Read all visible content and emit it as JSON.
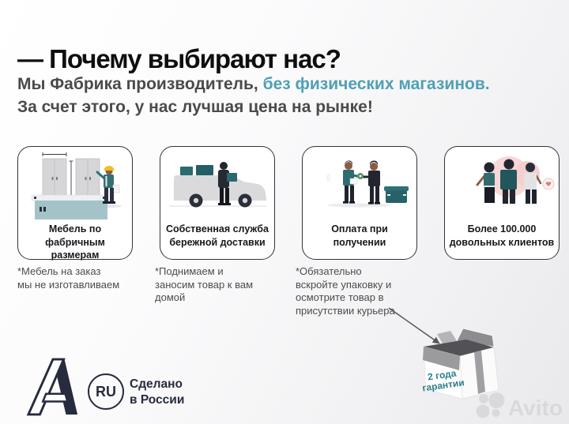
{
  "header": {
    "title": "— Почему выбирают нас?",
    "subtitle": {
      "part1": "Мы Фабрика производитель, ",
      "accent": "без физических магазинов.",
      "line2": "За счет этого, у нас лучшая цена на рынке!"
    }
  },
  "cards": [
    {
      "label_line1": "Мебель по фабричным",
      "label_line2": "размерам",
      "icon": "worker-measuring-furniture-illustration"
    },
    {
      "label_line1": "Собственная служба",
      "label_line2": "бережной доставки",
      "icon": "delivery-van-illustration"
    },
    {
      "label_line1": "Оплата при",
      "label_line2": "получении",
      "icon": "payment-on-delivery-illustration"
    },
    {
      "label_line1": "Более 100.000",
      "label_line2": "довольных клиентов",
      "icon": "happy-clients-illustration"
    }
  ],
  "footnotes": [
    {
      "lines": [
        "*Мебель на заказ",
        "мы не изготавливаем"
      ]
    },
    {
      "lines": [
        "*Поднимаем и",
        "заносим товар к вам",
        "домой"
      ]
    },
    {
      "lines": [
        "*Обязательно",
        "вскройте упаковку и",
        "осмотрите товар в",
        "присутствии курьера"
      ]
    }
  ],
  "warranty_box": {
    "line1": "2 года",
    "line2": "гарантии"
  },
  "branding": {
    "letter_logo": "A",
    "ru_badge": "RU",
    "made_in_line1": "Сделано",
    "made_in_line2": "в России"
  },
  "watermark": {
    "label": "Avito"
  },
  "colors": {
    "accent_teal": "#4FA0B6",
    "illustration_teal": "#2A6A70",
    "navy": "#262B3D",
    "text_dark": "#4A4A4A",
    "title_black": "#0E0E0E",
    "card_border": "#30333A",
    "warranty_text_teal": "#2A7D8A",
    "watermark_gray": "#D8D8DA"
  }
}
